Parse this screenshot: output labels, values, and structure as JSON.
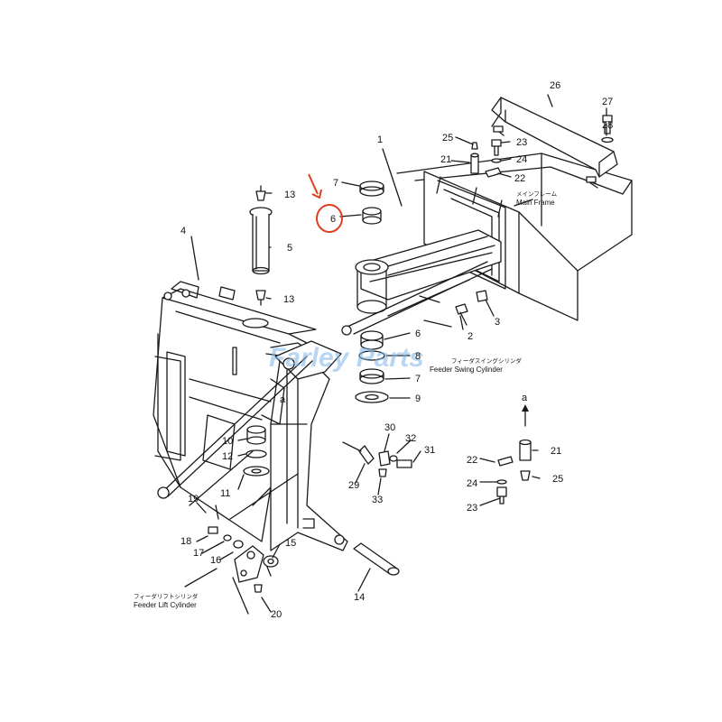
{
  "callouts": {
    "n1": "1",
    "n2": "2",
    "n3": "3",
    "n4": "4",
    "n5": "5",
    "n6": "6",
    "n6b": "6",
    "n7": "7",
    "n7b": "7",
    "n8": "8",
    "n9": "9",
    "n10": "10",
    "n11": "11",
    "n12": "12",
    "n13": "13",
    "n13b": "13",
    "n14": "14",
    "n15": "15",
    "n16": "16",
    "n17": "17",
    "n18": "18",
    "n19": "19",
    "n20": "20",
    "n21": "21",
    "n21b": "21",
    "n22": "22",
    "n22b": "22",
    "n23": "23",
    "n23b": "23",
    "n24": "24",
    "n24b": "24",
    "n25": "25",
    "n25b": "25",
    "n26": "26",
    "n27": "27",
    "n28": "28",
    "n29": "29",
    "n30": "30",
    "n31": "31",
    "n32": "32",
    "n33": "33"
  },
  "view_refs": {
    "a1": "a",
    "a2": "a"
  },
  "labels": {
    "main_frame_jp": "メインフレーム",
    "main_frame_en": "Main Frame",
    "swing_cyl_jp": "フィーダスイングシリンダ",
    "swing_cyl_en": "Feeder Swing Cylinder",
    "lift_cyl_jp": "フィーダリフトシリンダ",
    "lift_cyl_en": "Feeder Lift Cylinder"
  },
  "watermark": "Farley Parts",
  "highlight": {
    "part": "6",
    "color": "#e03c1e"
  },
  "colors": {
    "line": "#1a1a1a",
    "watermark": "#7fb6e8",
    "highlight": "#e03c1e"
  }
}
